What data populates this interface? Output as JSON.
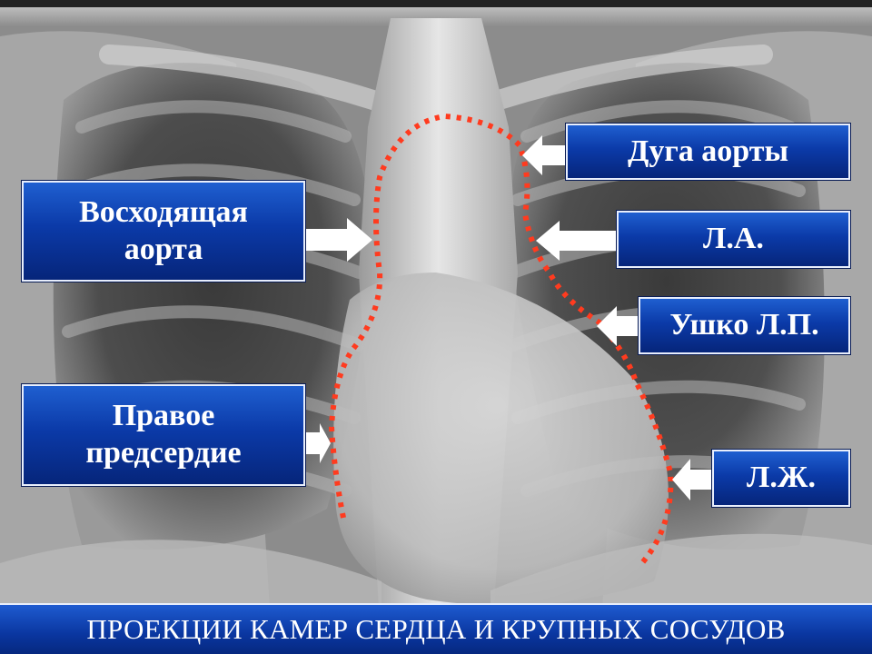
{
  "labels": {
    "aortic_arch": "Дуга аорты",
    "ascending_aorta": "Восходящая\nаорта",
    "pulmonary_artery": "Л.А.",
    "left_atrial_appendage": "Ушко Л.П.",
    "right_atrium": "Правое\nпредсердие",
    "left_ventricle": "Л.Ж."
  },
  "footer": {
    "title": "ПРОЕКЦИИ КАМЕР СЕРДЦА И КРУПНЫХ СОСУДОВ"
  },
  "colors": {
    "box_fill": "#0b3aa8",
    "contour_dots": "#ff3b1f",
    "arrow_fill": "#ffffff"
  }
}
